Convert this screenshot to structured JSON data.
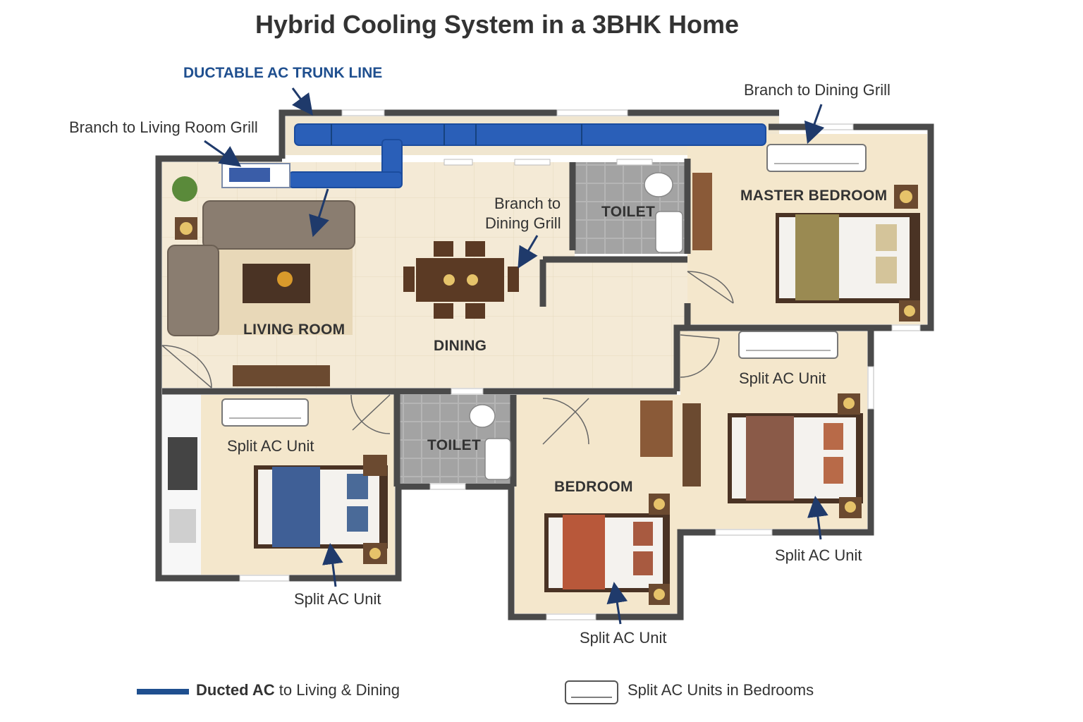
{
  "title": "Hybrid Cooling System in a 3BHK Home",
  "colors": {
    "duct": "#2a5fb8",
    "wall": "#4a4a4a",
    "floor": "#f2e6cf",
    "tile": "#a9a9a9",
    "accent_navy": "#1f4f8f"
  },
  "labels": {
    "duct_trunk": "DUCTABLE AC TRUNK LINE",
    "branch_living": "Branch to Living Room Grill",
    "branch_dining_top": "Branch to Dining Grill",
    "branch_dining_mid_1": "Branch to",
    "branch_dining_mid_2": "Dining Grill",
    "split_bed1_inside": "Split AC Unit",
    "split_bed1_below": "Split AC Unit",
    "split_bed2_below": "Split AC Unit",
    "split_bed3_inside": "Split AC Unit",
    "split_bed3_below": "Split AC Unit"
  },
  "rooms": {
    "living": "LIVING ROOM",
    "dining": "DINING",
    "toilet_top": "TOILET",
    "master": "MASTER BEDROOM",
    "toilet_mid": "TOILET",
    "bedroom": "BEDROOM"
  },
  "legend": {
    "ducted_bold": "Ducted AC",
    "ducted_rest": " to Living & Dining",
    "split": "Split AC Units in Bedrooms",
    "ducted_icon": "duct-line-icon",
    "split_icon": "split-ac-icon"
  }
}
